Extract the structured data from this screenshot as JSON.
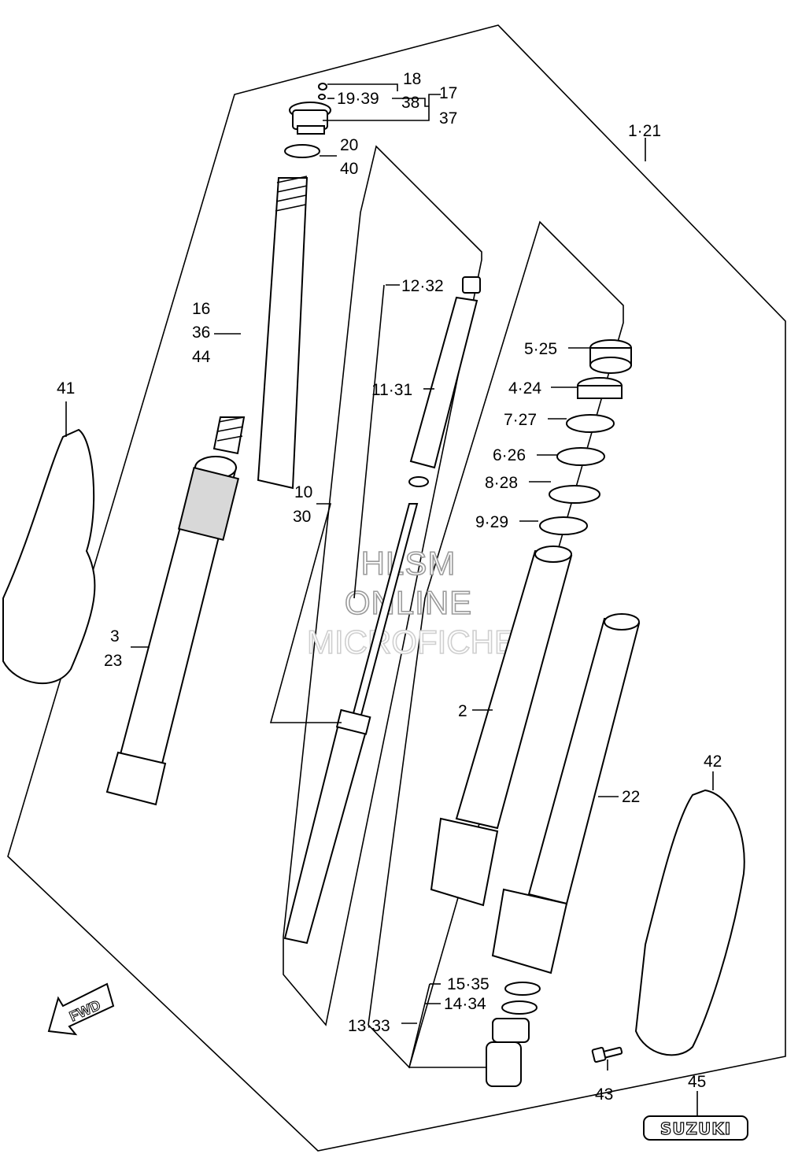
{
  "watermark": {
    "line1": "HLSM",
    "line2": "ONLINE",
    "line3": "MICROFICHE"
  },
  "badge_text": "SUZUKI",
  "direction_label": "FWD",
  "callouts": {
    "c18": "18",
    "c19_39": "19·39",
    "c38": "38",
    "c17": "17",
    "c37": "37",
    "c1_21": "1·21",
    "c20": "20",
    "c40": "40",
    "c16": "16",
    "c36": "36",
    "c44": "44",
    "c12_32": "12·32",
    "c5_25": "5·25",
    "c4_24": "4·24",
    "c11_31": "11·31",
    "c7_27": "7·27",
    "c6_26": "6·26",
    "c8_28": "8·28",
    "c9_29": "9·29",
    "c41": "41",
    "c10": "10",
    "c30": "30",
    "c3": "3",
    "c23": "23",
    "c2": "2",
    "c42": "42",
    "c22": "22",
    "c15_35": "15·35",
    "c14_34": "14·34",
    "c13_33": "13·33",
    "c43": "43",
    "c45": "45"
  },
  "colors": {
    "line": "#000000",
    "background": "#ffffff",
    "watermark_stroke": "#9a9a9a"
  }
}
